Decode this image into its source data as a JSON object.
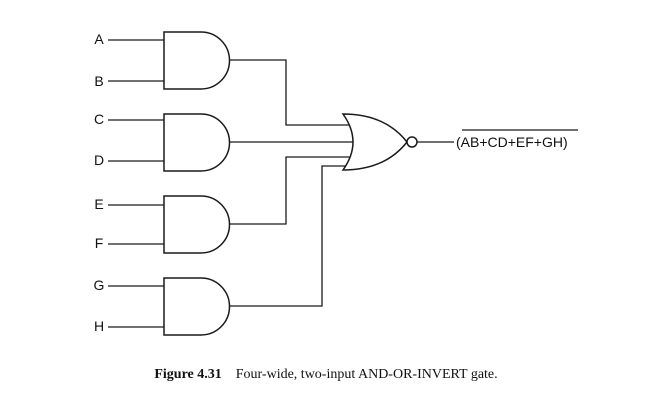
{
  "diagram": {
    "inputs": [
      "A",
      "B",
      "C",
      "D",
      "E",
      "F",
      "G",
      "H"
    ],
    "gates": {
      "and": [
        {
          "name": "and-gate-1",
          "inputs": [
            "A",
            "B"
          ]
        },
        {
          "name": "and-gate-2",
          "inputs": [
            "C",
            "D"
          ]
        },
        {
          "name": "and-gate-3",
          "inputs": [
            "E",
            "F"
          ]
        },
        {
          "name": "and-gate-4",
          "inputs": [
            "G",
            "H"
          ]
        }
      ],
      "nor": {
        "name": "nor-gate",
        "inputs": [
          "and-gate-1",
          "and-gate-2",
          "and-gate-3",
          "and-gate-4"
        ]
      }
    },
    "output": "(AB+CD+EF+GH)"
  },
  "caption": {
    "number": "Figure 4.31",
    "text": "Four-wide, two-input AND-OR-INVERT gate."
  }
}
